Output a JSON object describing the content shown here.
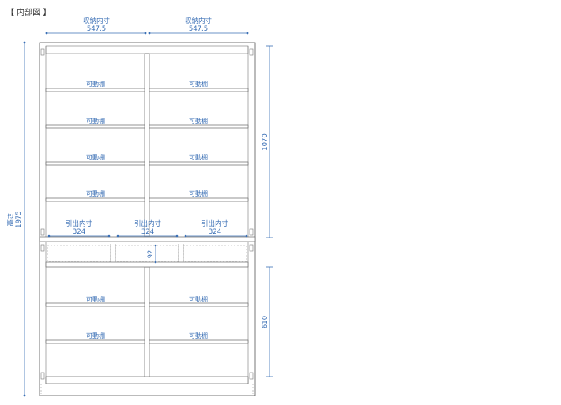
{
  "title": "【 内部図 】",
  "dimensions": {
    "top_left": {
      "label": "収納内寸",
      "value": "547.5"
    },
    "top_right": {
      "label": "収納内寸",
      "value": "547.5"
    },
    "height": {
      "label": "高さ",
      "value": "1975"
    },
    "upper_section": {
      "value": "1070"
    },
    "lower_section": {
      "value": "610"
    },
    "drawer_height": {
      "value": "92"
    },
    "drawers": [
      {
        "label": "引出内寸",
        "value": "324"
      },
      {
        "label": "引出内寸",
        "value": "324"
      },
      {
        "label": "引出内寸",
        "value": "324"
      }
    ]
  },
  "shelf_label": "可動棚",
  "upper_shelves": [
    {
      "left": "可動棚",
      "right": "可動棚"
    },
    {
      "left": "可動棚",
      "right": "可動棚"
    },
    {
      "left": "可動棚",
      "right": "可動棚"
    },
    {
      "left": "可動棚",
      "right": "可動棚"
    }
  ],
  "lower_shelves": [
    {
      "left": "可動棚",
      "right": "可動棚"
    },
    {
      "left": "可動棚",
      "right": "可動棚"
    }
  ]
}
